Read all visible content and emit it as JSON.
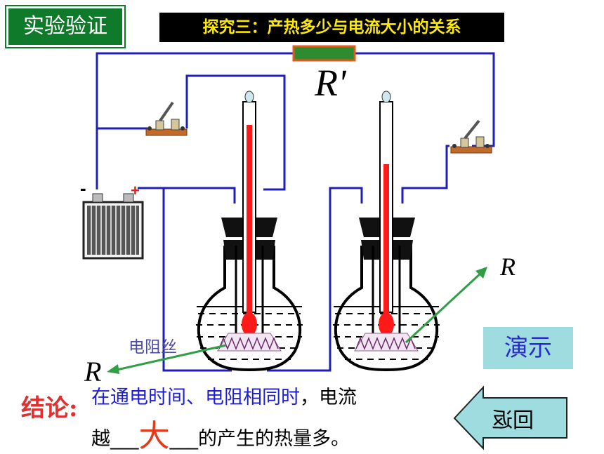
{
  "header": {
    "tag": "实验验证",
    "title": "探究三：产热多少与电流大小的关系"
  },
  "labels": {
    "r_prime": "R'",
    "r_right": "R",
    "r_left": "R",
    "wire": "电阻丝",
    "battery_minus": "-",
    "battery_plus": "+"
  },
  "buttons": {
    "demo": "演示",
    "back": "回返"
  },
  "conclusion": {
    "label": "结论:",
    "line1_highlight": "在通电时间、电阻相同时",
    "line1_rest": "，电流",
    "line2_pre": "越",
    "line2_blank_left": "___",
    "answer": "大",
    "line2_blank_right": "___",
    "line2_post": "的产生的热量多。"
  },
  "colors": {
    "wire": "#1f1fb5",
    "mercury": "#ff1a1a",
    "tag_bg": "#0f7a2a",
    "title_bg": "#000000",
    "title_fg": "#ffeb00",
    "resistor": "#2e8b2e"
  }
}
